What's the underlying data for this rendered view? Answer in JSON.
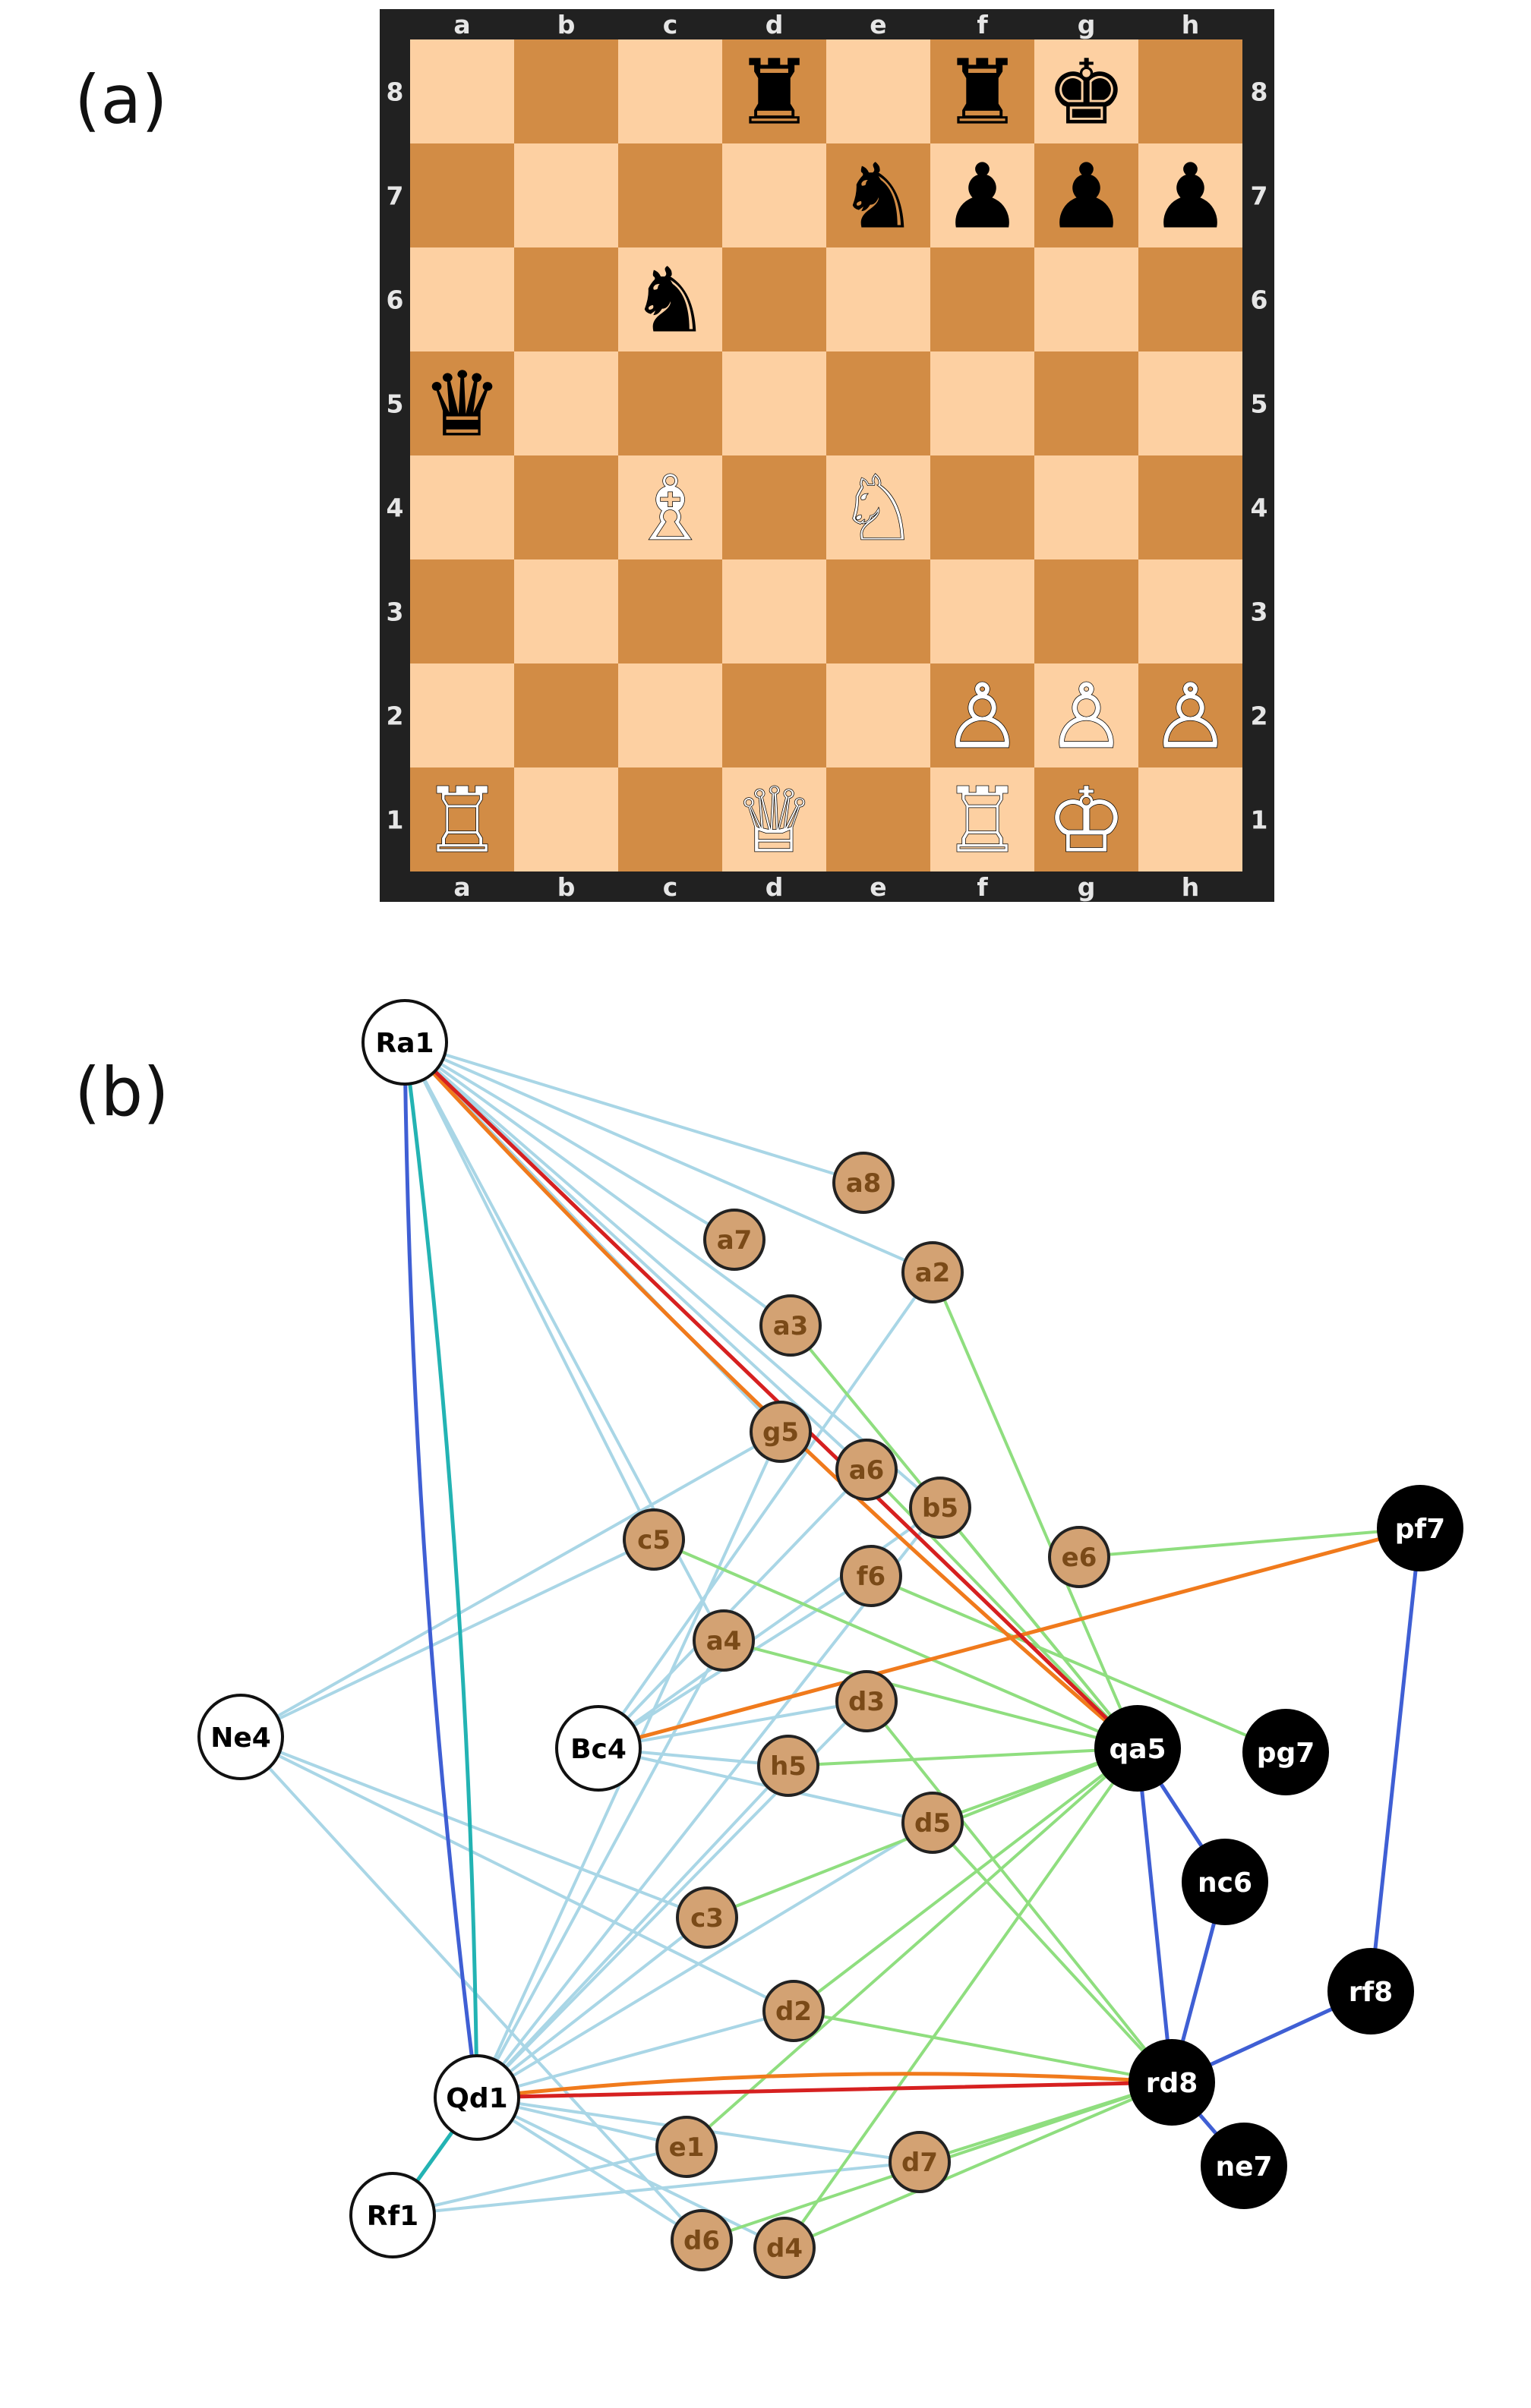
{
  "panels": {
    "a": "(a)",
    "b": "(b)"
  },
  "colors": {
    "light_square": "#fdd0a2",
    "dark_square": "#d28c45",
    "board_frame": "#212121",
    "coord_text": "#e6e6e6",
    "square_node_fill": "#d3a273",
    "square_node_text": "#7a4a18",
    "white_node_fill": "#ffffff",
    "black_node_fill": "#000000",
    "edge_lightblue": "#a9d6e6",
    "edge_green": "#8fde7f",
    "edge_orange": "#f07a1c",
    "edge_red": "#d62020",
    "edge_blue": "#3f5fd4",
    "edge_teal": "#23b3b3"
  },
  "board": {
    "files": [
      "a",
      "b",
      "c",
      "d",
      "e",
      "f",
      "g",
      "h"
    ],
    "ranks": [
      "8",
      "7",
      "6",
      "5",
      "4",
      "3",
      "2",
      "1"
    ],
    "pieces": [
      {
        "square": "d8",
        "glyph": "♜",
        "color": "black",
        "name": "black-rook-d8"
      },
      {
        "square": "f8",
        "glyph": "♜",
        "color": "black",
        "name": "black-rook-f8"
      },
      {
        "square": "g8",
        "glyph": "♚",
        "color": "black",
        "name": "black-king-g8"
      },
      {
        "square": "e7",
        "glyph": "♞",
        "color": "black",
        "name": "black-knight-e7"
      },
      {
        "square": "f7",
        "glyph": "♟",
        "color": "black",
        "name": "black-pawn-f7"
      },
      {
        "square": "g7",
        "glyph": "♟",
        "color": "black",
        "name": "black-pawn-g7"
      },
      {
        "square": "h7",
        "glyph": "♟",
        "color": "black",
        "name": "black-pawn-h7"
      },
      {
        "square": "c6",
        "glyph": "♞",
        "color": "black",
        "name": "black-knight-c6"
      },
      {
        "square": "a5",
        "glyph": "♛",
        "color": "black",
        "name": "black-queen-a5"
      },
      {
        "square": "c4",
        "glyph": "♗",
        "color": "white",
        "name": "white-bishop-c4"
      },
      {
        "square": "e4",
        "glyph": "♘",
        "color": "white",
        "name": "white-knight-e4"
      },
      {
        "square": "f2",
        "glyph": "♙",
        "color": "white",
        "name": "white-pawn-f2"
      },
      {
        "square": "g2",
        "glyph": "♙",
        "color": "white",
        "name": "white-pawn-g2"
      },
      {
        "square": "h2",
        "glyph": "♙",
        "color": "white",
        "name": "white-pawn-h2"
      },
      {
        "square": "a1",
        "glyph": "♖",
        "color": "white",
        "name": "white-rook-a1"
      },
      {
        "square": "d1",
        "glyph": "♕",
        "color": "white",
        "name": "white-queen-d1"
      },
      {
        "square": "f1",
        "glyph": "♖",
        "color": "white",
        "name": "white-rook-f1"
      },
      {
        "square": "g1",
        "glyph": "♔",
        "color": "white",
        "name": "white-king-g1"
      }
    ]
  },
  "graph": {
    "nodes": [
      {
        "id": "Ra1",
        "kind": "white"
      },
      {
        "id": "Ne4",
        "kind": "white"
      },
      {
        "id": "Bc4",
        "kind": "white"
      },
      {
        "id": "Qd1",
        "kind": "white"
      },
      {
        "id": "Rf1",
        "kind": "white"
      },
      {
        "id": "pf7",
        "kind": "black"
      },
      {
        "id": "qa5",
        "kind": "black"
      },
      {
        "id": "pg7",
        "kind": "black"
      },
      {
        "id": "nc6",
        "kind": "black"
      },
      {
        "id": "rf8",
        "kind": "black"
      },
      {
        "id": "rd8",
        "kind": "black"
      },
      {
        "id": "ne7",
        "kind": "black"
      },
      {
        "id": "a8",
        "kind": "square"
      },
      {
        "id": "a7",
        "kind": "square"
      },
      {
        "id": "a2",
        "kind": "square"
      },
      {
        "id": "a3",
        "kind": "square"
      },
      {
        "id": "g5",
        "kind": "square"
      },
      {
        "id": "a6",
        "kind": "square"
      },
      {
        "id": "b5",
        "kind": "square"
      },
      {
        "id": "c5",
        "kind": "square"
      },
      {
        "id": "e6",
        "kind": "square"
      },
      {
        "id": "f6",
        "kind": "square"
      },
      {
        "id": "a4",
        "kind": "square"
      },
      {
        "id": "d3",
        "kind": "square"
      },
      {
        "id": "h5",
        "kind": "square"
      },
      {
        "id": "d5",
        "kind": "square"
      },
      {
        "id": "c3",
        "kind": "square"
      },
      {
        "id": "d2",
        "kind": "square"
      },
      {
        "id": "e1",
        "kind": "square"
      },
      {
        "id": "d7",
        "kind": "square"
      },
      {
        "id": "d6",
        "kind": "square"
      },
      {
        "id": "d4",
        "kind": "square"
      }
    ],
    "edges": [
      [
        "Ra1",
        "a8",
        "lightblue"
      ],
      [
        "Ra1",
        "a7",
        "lightblue"
      ],
      [
        "Ra1",
        "a2",
        "lightblue"
      ],
      [
        "Ra1",
        "a3",
        "lightblue"
      ],
      [
        "Ra1",
        "g5",
        "lightblue"
      ],
      [
        "Ra1",
        "a6",
        "lightblue"
      ],
      [
        "Ra1",
        "b5",
        "lightblue"
      ],
      [
        "Ra1",
        "c5",
        "lightblue"
      ],
      [
        "Ra1",
        "a4",
        "lightblue"
      ],
      [
        "Ra1",
        "qa5",
        "red"
      ],
      [
        "Ra1",
        "qa5",
        "orange",
        1
      ],
      [
        "Ra1",
        "Qd1",
        "teal",
        -1
      ],
      [
        "Ra1",
        "Qd1",
        "blue",
        1
      ],
      [
        "Ne4",
        "g5",
        "lightblue"
      ],
      [
        "Ne4",
        "c5",
        "lightblue"
      ],
      [
        "Ne4",
        "d2",
        "lightblue"
      ],
      [
        "Ne4",
        "d6",
        "lightblue"
      ],
      [
        "Ne4",
        "c3",
        "lightblue"
      ],
      [
        "Bc4",
        "a2",
        "lightblue"
      ],
      [
        "Bc4",
        "b5",
        "lightblue"
      ],
      [
        "Bc4",
        "a6",
        "lightblue"
      ],
      [
        "Bc4",
        "f6",
        "lightblue"
      ],
      [
        "Bc4",
        "h5",
        "lightblue"
      ],
      [
        "Bc4",
        "d5",
        "lightblue"
      ],
      [
        "Bc4",
        "d3",
        "lightblue"
      ],
      [
        "Bc4",
        "pf7",
        "orange"
      ],
      [
        "Qd1",
        "a4",
        "lightblue"
      ],
      [
        "Qd1",
        "d3",
        "lightblue"
      ],
      [
        "Qd1",
        "h5",
        "lightblue"
      ],
      [
        "Qd1",
        "c3",
        "lightblue"
      ],
      [
        "Qd1",
        "d2",
        "lightblue"
      ],
      [
        "Qd1",
        "e1",
        "lightblue"
      ],
      [
        "Qd1",
        "d6",
        "lightblue"
      ],
      [
        "Qd1",
        "d4",
        "lightblue"
      ],
      [
        "Qd1",
        "d7",
        "lightblue"
      ],
      [
        "Qd1",
        "d5",
        "lightblue"
      ],
      [
        "Qd1",
        "g5",
        "lightblue"
      ],
      [
        "Qd1",
        "b5",
        "lightblue"
      ],
      [
        "Qd1",
        "rd8",
        "orange",
        -1
      ],
      [
        "Qd1",
        "rd8",
        "red"
      ],
      [
        "Qd1",
        "Rf1",
        "teal"
      ],
      [
        "Rf1",
        "d7",
        "lightblue"
      ],
      [
        "Rf1",
        "e1",
        "lightblue"
      ],
      [
        "qa5",
        "a2",
        "green"
      ],
      [
        "qa5",
        "a3",
        "green"
      ],
      [
        "qa5",
        "a6",
        "green"
      ],
      [
        "qa5",
        "b5",
        "green"
      ],
      [
        "qa5",
        "c5",
        "green"
      ],
      [
        "qa5",
        "a4",
        "green"
      ],
      [
        "qa5",
        "d5",
        "green"
      ],
      [
        "qa5",
        "h5",
        "green"
      ],
      [
        "qa5",
        "d2",
        "green"
      ],
      [
        "qa5",
        "e1",
        "green"
      ],
      [
        "qa5",
        "c3",
        "green"
      ],
      [
        "qa5",
        "d4",
        "green"
      ],
      [
        "qa5",
        "nc6",
        "blue"
      ],
      [
        "qa5",
        "rd8",
        "blue"
      ],
      [
        "pf7",
        "e6",
        "green"
      ],
      [
        "pf7",
        "rf8",
        "blue"
      ],
      [
        "pg7",
        "f6",
        "green"
      ],
      [
        "nc6",
        "rd8",
        "blue"
      ],
      [
        "rf8",
        "rd8",
        "blue"
      ],
      [
        "rd8",
        "ne7",
        "blue"
      ],
      [
        "rd8",
        "d7",
        "green"
      ],
      [
        "rd8",
        "d6",
        "green"
      ],
      [
        "rd8",
        "d4",
        "green"
      ],
      [
        "rd8",
        "d5",
        "green"
      ],
      [
        "rd8",
        "d3",
        "green"
      ],
      [
        "rd8",
        "d2",
        "green"
      ]
    ]
  }
}
